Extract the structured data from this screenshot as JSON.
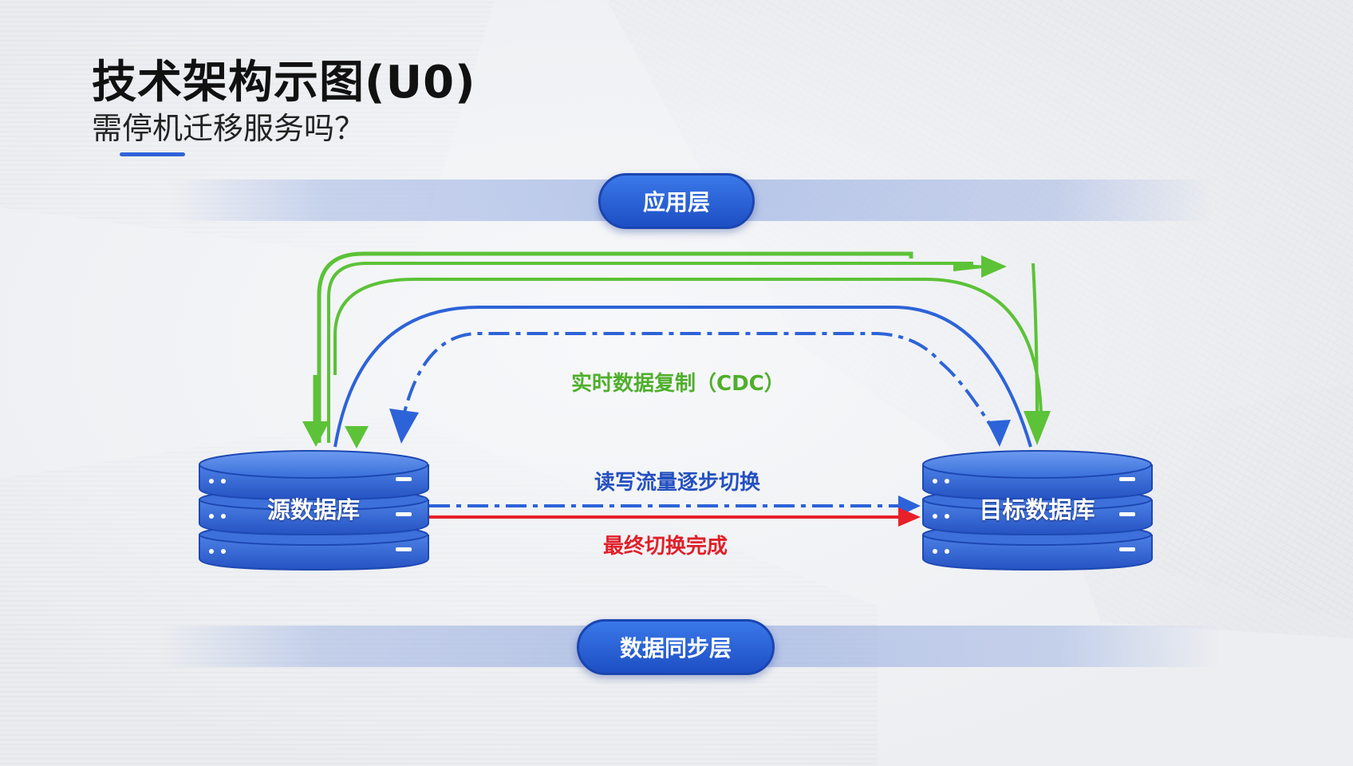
{
  "title": "技术架构示图(U0)",
  "subtitle": "需停机迁移服务吗？",
  "layers": {
    "top": "应用层",
    "bottom": "数据同步层"
  },
  "databases": {
    "source": "源数据库",
    "target": "目标数据库"
  },
  "flows": {
    "cdc": "实时数据复制（CDC）",
    "read_write": "读写流量逐步切换",
    "final": "最终切换完成"
  },
  "colors": {
    "green": "#5cc237",
    "blue": "#2d63d8",
    "red": "#e8202a",
    "pill": "#2456cc",
    "db": "#3567d6"
  }
}
